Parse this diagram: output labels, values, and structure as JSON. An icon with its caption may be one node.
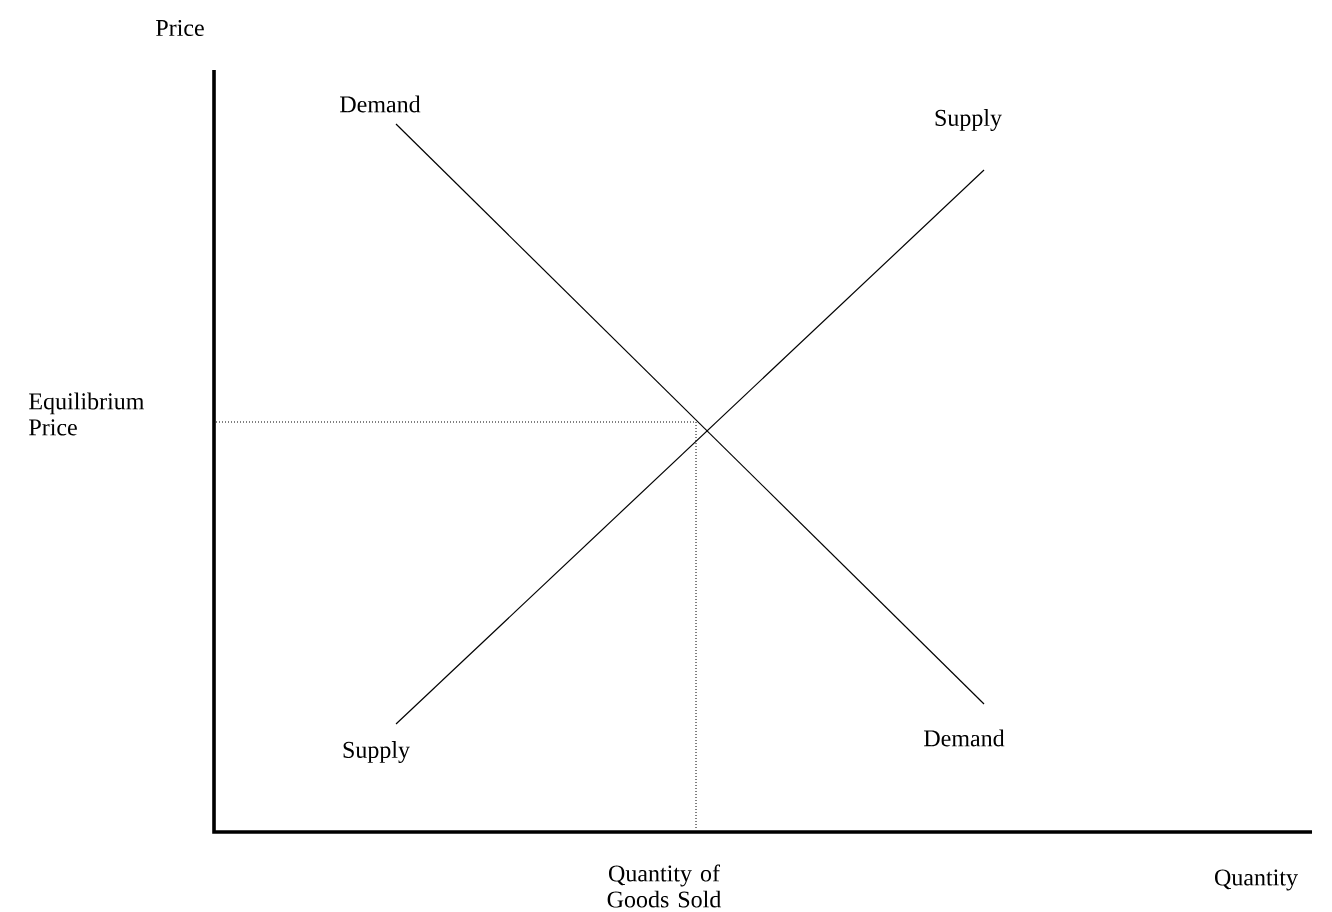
{
  "diagram": {
    "nodes": [
      {
        "text": [
          "Demand"
        ]
      },
      {
        "text": [
          "Supply"
        ]
      },
      {
        "text": [
          "Supply"
        ]
      },
      {
        "text": [
          "Demand"
        ]
      }
    ],
    "edges": [
      {
        "from": 0,
        "to": 3,
        "arrow": "none"
      },
      {
        "from": 2,
        "to": 1,
        "arrow": "none"
      }
    ],
    "labels": [
      "Price",
      "Equilibrium Price",
      "Quantity of Goods Sold",
      "Quantity"
    ]
  }
}
